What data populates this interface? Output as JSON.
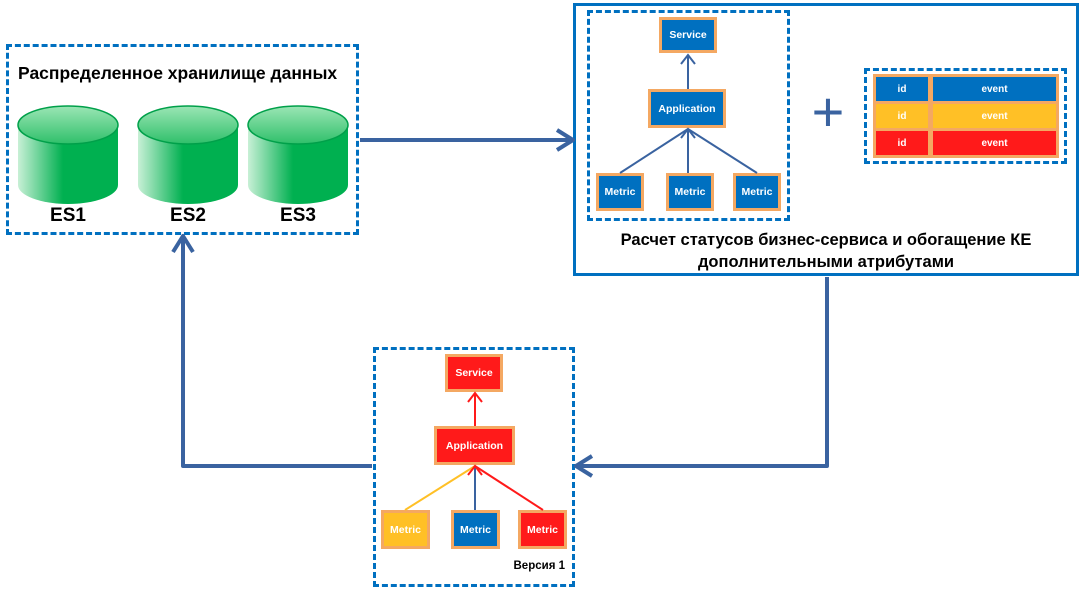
{
  "storage": {
    "title": "Распределенное хранилище данных",
    "nodes": [
      {
        "label": "ES1"
      },
      {
        "label": "ES2"
      },
      {
        "label": "ES3"
      }
    ]
  },
  "processing": {
    "caption_line1": "Расчет статусов бизнес-сервиса и обогащение КЕ",
    "caption_line2": "дополнительными атрибутами",
    "tree": {
      "service": "Service",
      "application": "Application",
      "metrics": [
        "Metric",
        "Metric",
        "Metric"
      ],
      "status_colors": {
        "service": "#0070c0",
        "application": "#0070c0",
        "metrics": [
          "#0070c0",
          "#0070c0",
          "#0070c0"
        ]
      }
    },
    "plus_symbol": "+",
    "events_table": {
      "rows": [
        {
          "id": "id",
          "event": "event",
          "color": "#0070c0"
        },
        {
          "id": "id",
          "event": "event",
          "color": "#ffc026"
        },
        {
          "id": "id",
          "event": "event",
          "color": "#ff1a1a"
        }
      ]
    }
  },
  "version": {
    "label": "Версия 1",
    "tree": {
      "service": "Service",
      "application": "Application",
      "metrics": [
        "Metric",
        "Metric",
        "Metric"
      ],
      "status_colors": {
        "service": "#ff1a1a",
        "application": "#ff1a1a",
        "metrics": [
          "#ffc026",
          "#0070c0",
          "#ff1a1a"
        ]
      }
    }
  },
  "colors": {
    "frame": "#0070c0",
    "arrow": "#3a63a0",
    "node_border": "#f4a862",
    "ok": "#0070c0",
    "warning": "#ffc026",
    "critical": "#ff1a1a",
    "storage_green": "#00b050"
  }
}
